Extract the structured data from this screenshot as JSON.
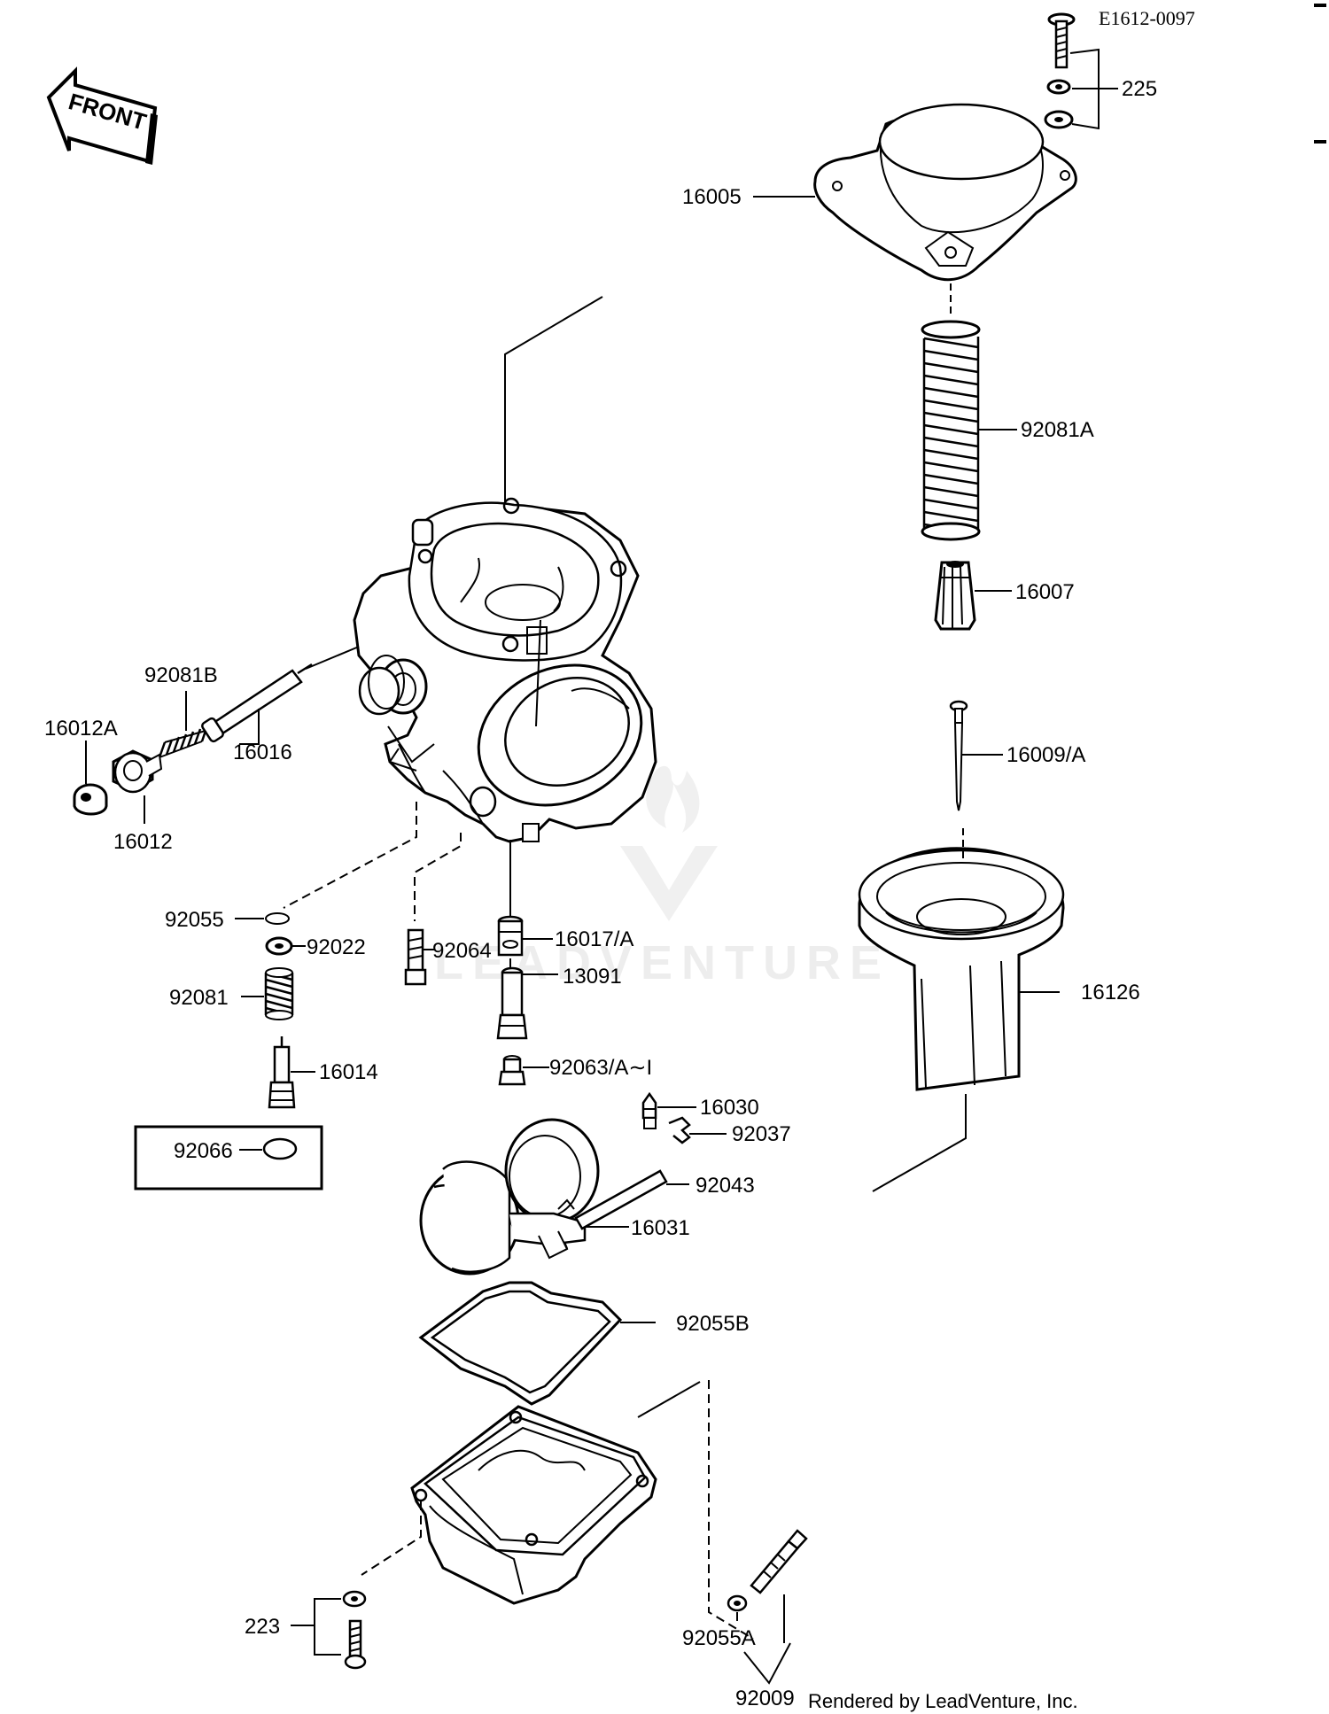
{
  "diagram_code": "E1612-0097",
  "front_label": "FRONT",
  "watermark": "LEADVENTURE",
  "credit": "Rendered by LeadVenture, Inc.",
  "parts": {
    "p225": "225",
    "p16005": "16005",
    "p92081A": "92081A",
    "p16007": "16007",
    "p16009A": "16009/A",
    "p16126": "16126",
    "p92081B": "92081B",
    "p16012A": "16012A",
    "p16016": "16016",
    "p16012": "16012",
    "p92055": "92055",
    "p92022": "92022",
    "p92064": "92064",
    "p16017A": "16017/A",
    "p13091": "13091",
    "p92081": "92081",
    "p16014": "16014",
    "p92063": "92063/A∼I",
    "p16030": "16030",
    "p92037": "92037",
    "p92066": "92066",
    "p92043": "92043",
    "p16031": "16031",
    "p92055B": "92055B",
    "p223": "223",
    "p92055A": "92055A",
    "p92009": "92009"
  }
}
